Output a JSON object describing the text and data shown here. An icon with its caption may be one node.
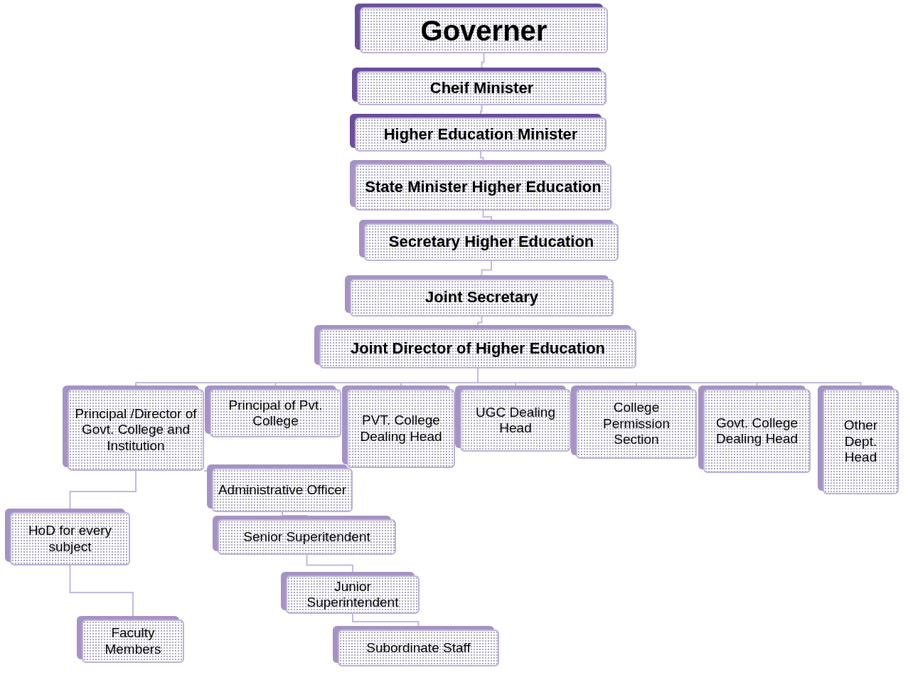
{
  "diagram": {
    "nodes": [
      {
        "text": [
          "Governer"
        ]
      },
      {
        "text": [
          "Cheif Minister"
        ]
      },
      {
        "text": [
          "Higher Education Minister"
        ]
      },
      {
        "text": [
          "State Minister Higher Education"
        ]
      },
      {
        "text": [
          "Secretary Higher Education"
        ]
      },
      {
        "text": [
          "Joint Secretary"
        ]
      },
      {
        "text": [
          "Joint Director of Higher Education"
        ]
      },
      {
        "text": [
          "Principal /Director of Govt. College and Institution"
        ]
      },
      {
        "text": [
          "Principal of Pvt. College"
        ]
      },
      {
        "text": [
          "PVT. College Dealing Head"
        ]
      },
      {
        "text": [
          "UGC Dealing Head"
        ]
      },
      {
        "text": [
          "College Permission Section"
        ]
      },
      {
        "text": [
          "Govt. College Dealing Head"
        ]
      },
      {
        "text": [
          "Other Dept. Head"
        ]
      },
      {
        "text": [
          "Administrative Officer"
        ]
      },
      {
        "text": [
          "Senior Superitendent"
        ]
      },
      {
        "text": [
          "HoD for every subject"
        ]
      },
      {
        "text": [
          "Junior Superintendent"
        ]
      },
      {
        "text": [
          "Faculty Members"
        ]
      },
      {
        "text": [
          "Subordinate Staff"
        ]
      }
    ],
    "edges": [
      {
        "from": 0,
        "to": 1,
        "arrow": "none"
      },
      {
        "from": 1,
        "to": 2,
        "arrow": "none"
      },
      {
        "from": 2,
        "to": 3,
        "arrow": "none"
      },
      {
        "from": 3,
        "to": 4,
        "arrow": "none"
      },
      {
        "from": 4,
        "to": 5,
        "arrow": "none"
      },
      {
        "from": 5,
        "to": 6,
        "arrow": "none"
      },
      {
        "from": 6,
        "to": 7,
        "arrow": "none"
      },
      {
        "from": 6,
        "to": 8,
        "arrow": "none"
      },
      {
        "from": 6,
        "to": 9,
        "arrow": "none"
      },
      {
        "from": 6,
        "to": 10,
        "arrow": "none"
      },
      {
        "from": 6,
        "to": 11,
        "arrow": "none"
      },
      {
        "from": 6,
        "to": 12,
        "arrow": "none"
      },
      {
        "from": 6,
        "to": 13,
        "arrow": "none"
      },
      {
        "from": 7,
        "to": 16,
        "arrow": "none"
      },
      {
        "from": 16,
        "to": 18,
        "arrow": "none"
      },
      {
        "from": 7,
        "to": 14,
        "arrow": "none"
      },
      {
        "from": 14,
        "to": 15,
        "arrow": "none"
      },
      {
        "from": 15,
        "to": 17,
        "arrow": "none"
      },
      {
        "from": 17,
        "to": 19,
        "arrow": "none"
      }
    ]
  }
}
